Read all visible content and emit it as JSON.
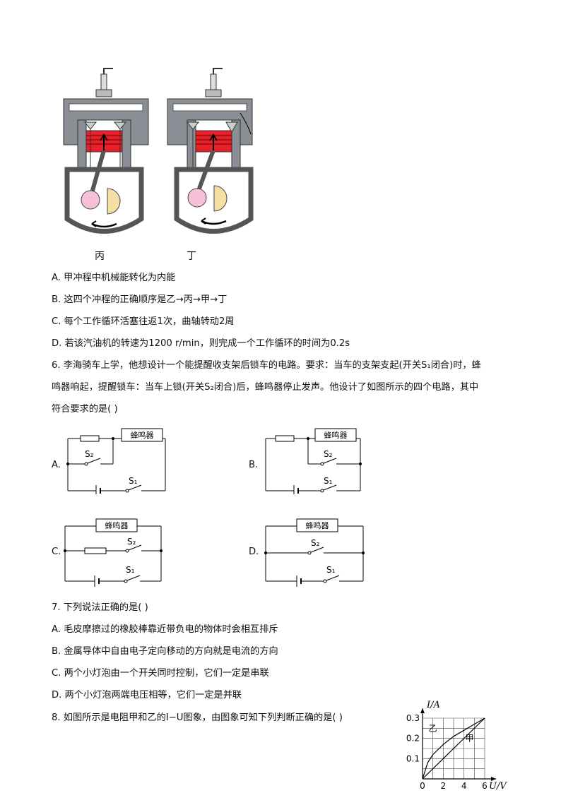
{
  "engine_figure": {
    "labels": [
      "丙",
      "丁"
    ]
  },
  "q5_options": [
    "A. 甲冲程中机械能转化为内能",
    "B. 这四个冲程的正确顺序是乙→丙→甲→丁",
    "C. 每个工作循环活塞往返1次，曲轴转动2周",
    "D. 若该汽油机的转速为1200 r/min，则完成一个工作循环的时间为0.2s"
  ],
  "q6": {
    "lines": [
      "6. 李海骑车上学，他想设计一个能提醒收支架后锁车的电路。要求：当车的支架支起(开关S₁闭合)时，蜂",
      "鸣器响起，提醒锁车：当车上锁(开关S₂闭合)后，蜂鸣器停止发声。他设计了如图所示的四个电路，其中",
      "符合要求的是(    )"
    ],
    "circuits": [
      {
        "option": "A.",
        "buzzer": "蜂鸣器",
        "s1": "S₁",
        "s2": "S₂"
      },
      {
        "option": "B.",
        "buzzer": "蜂鸣器",
        "s1": "S₁",
        "s2": "S₂"
      },
      {
        "option": "C.",
        "buzzer": "蜂鸣器",
        "s1": "S₁",
        "s2": "S₂"
      },
      {
        "option": "D.",
        "buzzer": "蜂鸣器",
        "s1": "S₁",
        "s2": "S₂"
      }
    ]
  },
  "q7": {
    "stem": "7. 下列说法正确的是(    )",
    "options": [
      "A. 毛皮摩擦过的橡胶棒靠近带负电的物体时会相互排斥",
      "B. 金属导体中自由电子定向移动的方向就是电流的方向",
      "C. 两个小灯泡由一个开关同时控制，它们一定是串联",
      "D. 两个小灯泡两端电压相等，它们一定是并联"
    ]
  },
  "q8": {
    "stem": "8. 如图所示是电阻甲和乙的I−U图象，由图象可知下列判断正确的是(    )"
  },
  "chart_data": {
    "type": "line",
    "xlabel": "U/V",
    "ylabel": "I/A",
    "xlim": [
      0,
      6
    ],
    "ylim": [
      0,
      0.3
    ],
    "x_ticks": [
      "0",
      "2",
      "4",
      "6"
    ],
    "y_ticks": [
      "0.1",
      "0.2",
      "0.3"
    ],
    "grid": true,
    "series": [
      {
        "name": "甲",
        "x": [
          0,
          6
        ],
        "y": [
          0,
          0.3
        ]
      },
      {
        "name": "乙",
        "x": [
          0,
          0.5,
          1,
          2,
          3,
          4,
          5,
          6
        ],
        "y": [
          0,
          0.08,
          0.12,
          0.17,
          0.21,
          0.24,
          0.27,
          0.3
        ]
      }
    ]
  }
}
